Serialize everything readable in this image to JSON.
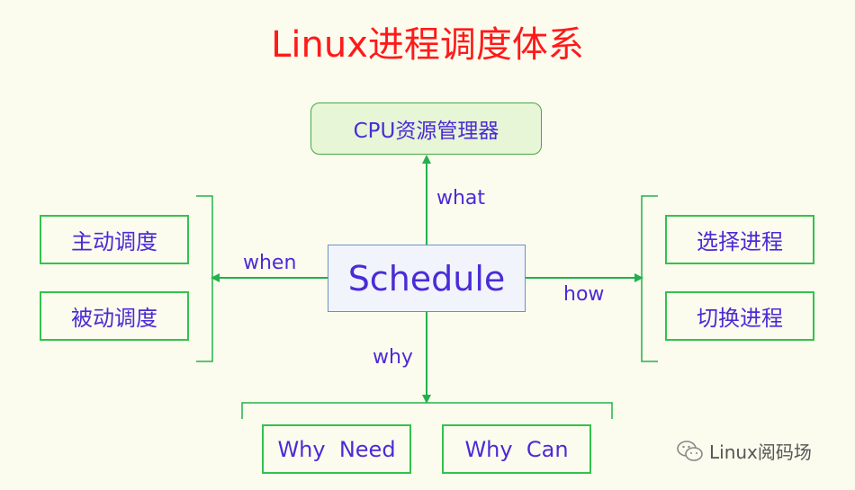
{
  "title": "Linux进程调度体系",
  "center": "Schedule",
  "top_box": "CPU资源管理器",
  "left_boxes": [
    "主动调度",
    "被动调度"
  ],
  "right_boxes": [
    "选择进程",
    "切换进程"
  ],
  "bottom_boxes": [
    "Why  Need",
    "Why  Can"
  ],
  "labels": {
    "what": "what",
    "when": "when",
    "how": "how",
    "why": "why"
  },
  "watermark": "Linux阅码场",
  "colors": {
    "title": "#ff1a1a",
    "text": "#4b2bd6",
    "line": "#33c24d",
    "background": "#fbfcee"
  }
}
